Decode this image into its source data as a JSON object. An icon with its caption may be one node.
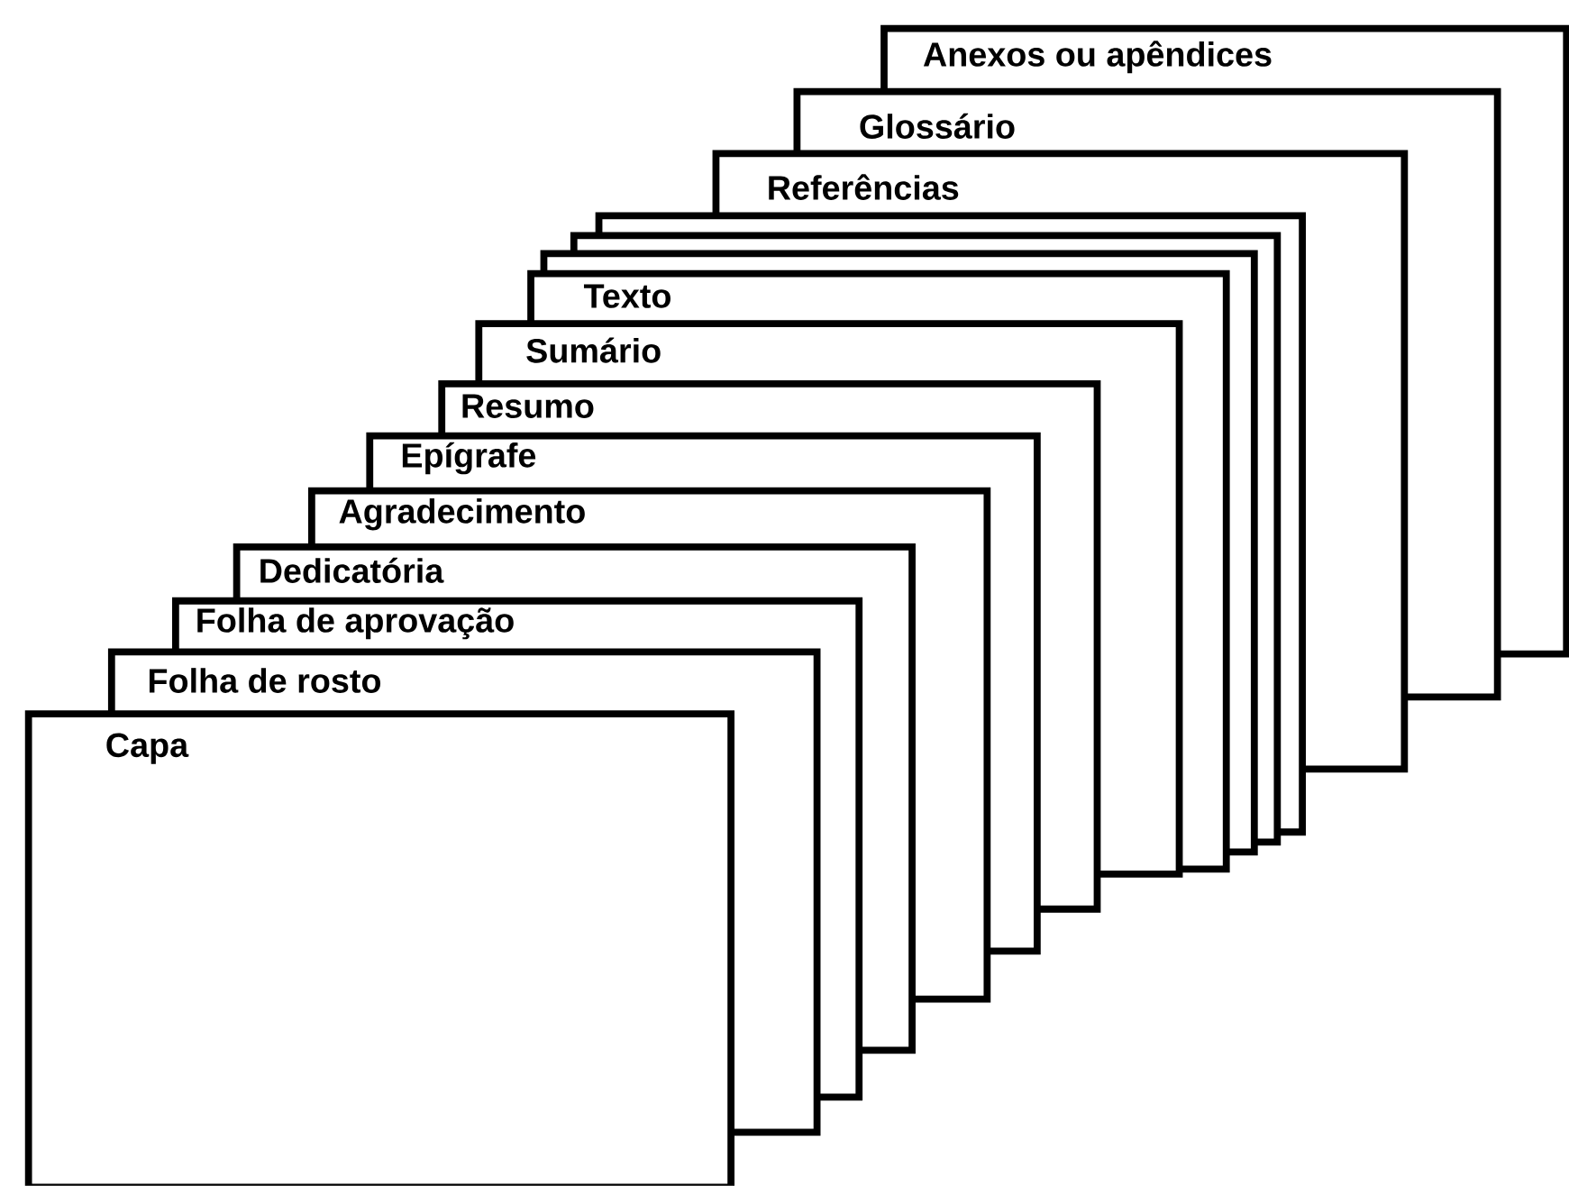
{
  "diagram": {
    "nodes": [
      {
        "text": [
          "Capa"
        ]
      },
      {
        "text": [
          "Folha de rosto"
        ]
      },
      {
        "text": [
          "Folha de aprovação"
        ]
      },
      {
        "text": [
          "Dedicatória"
        ]
      },
      {
        "text": [
          "Agradecimento"
        ]
      },
      {
        "text": [
          "Epígrafe"
        ]
      },
      {
        "text": [
          "Resumo"
        ]
      },
      {
        "text": [
          "Sumário"
        ]
      },
      {
        "text": [
          "Texto"
        ]
      },
      {
        "text": [],
        "shape": "box"
      },
      {
        "text": [],
        "shape": "box"
      },
      {
        "text": [],
        "shape": "box"
      },
      {
        "text": [
          "Referências"
        ]
      },
      {
        "text": [
          "Glossário"
        ]
      },
      {
        "text": [
          "Anexos ou apêndices"
        ]
      }
    ]
  }
}
